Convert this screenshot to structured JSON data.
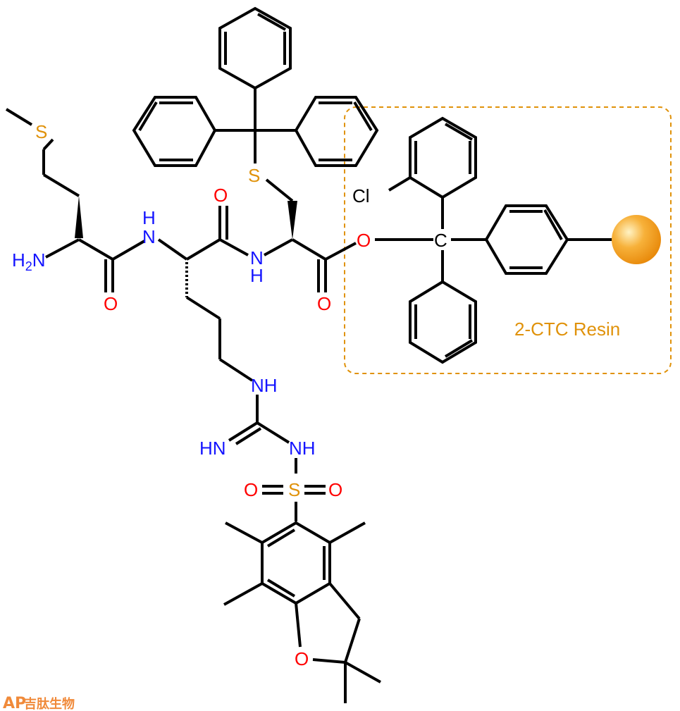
{
  "molecule": {
    "atom_labels": {
      "s_met": "S",
      "nh2_n": "H",
      "nh2_sub": "2",
      "nh2_tail": "N",
      "o_met": "O",
      "nh_1": "N",
      "nh_1_h": "H",
      "o_arg_co": "O",
      "s_trityl": "S",
      "nh_2": "N",
      "nh_2_h": "H",
      "o_cys": "O",
      "o_ester": "O",
      "cl": "Cl",
      "c_center": "C",
      "nh_guan": "NH",
      "hn_imine": "HN",
      "nh_sulfonyl": "NH",
      "s_sulfonyl": "S",
      "o_sulf_left": "O",
      "o_sulf_right": "O",
      "o_furan": "O"
    }
  },
  "resin": {
    "label": "2-CTC Resin",
    "bead_color": "#f5a623",
    "box_color": "#e0920a"
  },
  "watermark": {
    "logo_text": "AP",
    "company_text": "吉肽生物"
  },
  "colors": {
    "nitrogen": "#1414ff",
    "oxygen": "#ff0000",
    "sulfur": "#e0920a",
    "bond": "#000000"
  }
}
